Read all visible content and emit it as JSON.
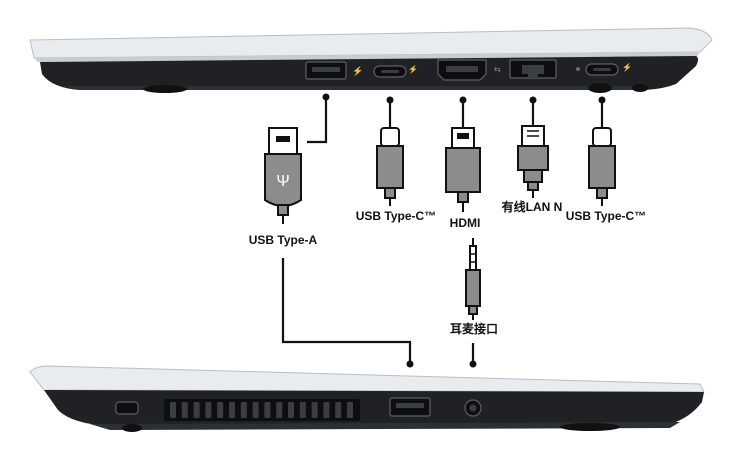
{
  "labels": {
    "usb_a": "USB Type-A",
    "usb_c_1": "USB Type-C™",
    "hdmi": "HDMI",
    "lan": "有线LAN N",
    "usb_c_2": "USB Type-C™",
    "audio": "耳麦接口"
  },
  "icons": {
    "usb_a": "usb-symbol-icon",
    "usb_c": "thunderbolt-icon",
    "lan": "ethernet-icon"
  },
  "colors": {
    "laptop_body": "#1f2124",
    "laptop_lid": "#e9ecef",
    "cable_fill": "#8c8c8c",
    "line": "#111111"
  }
}
